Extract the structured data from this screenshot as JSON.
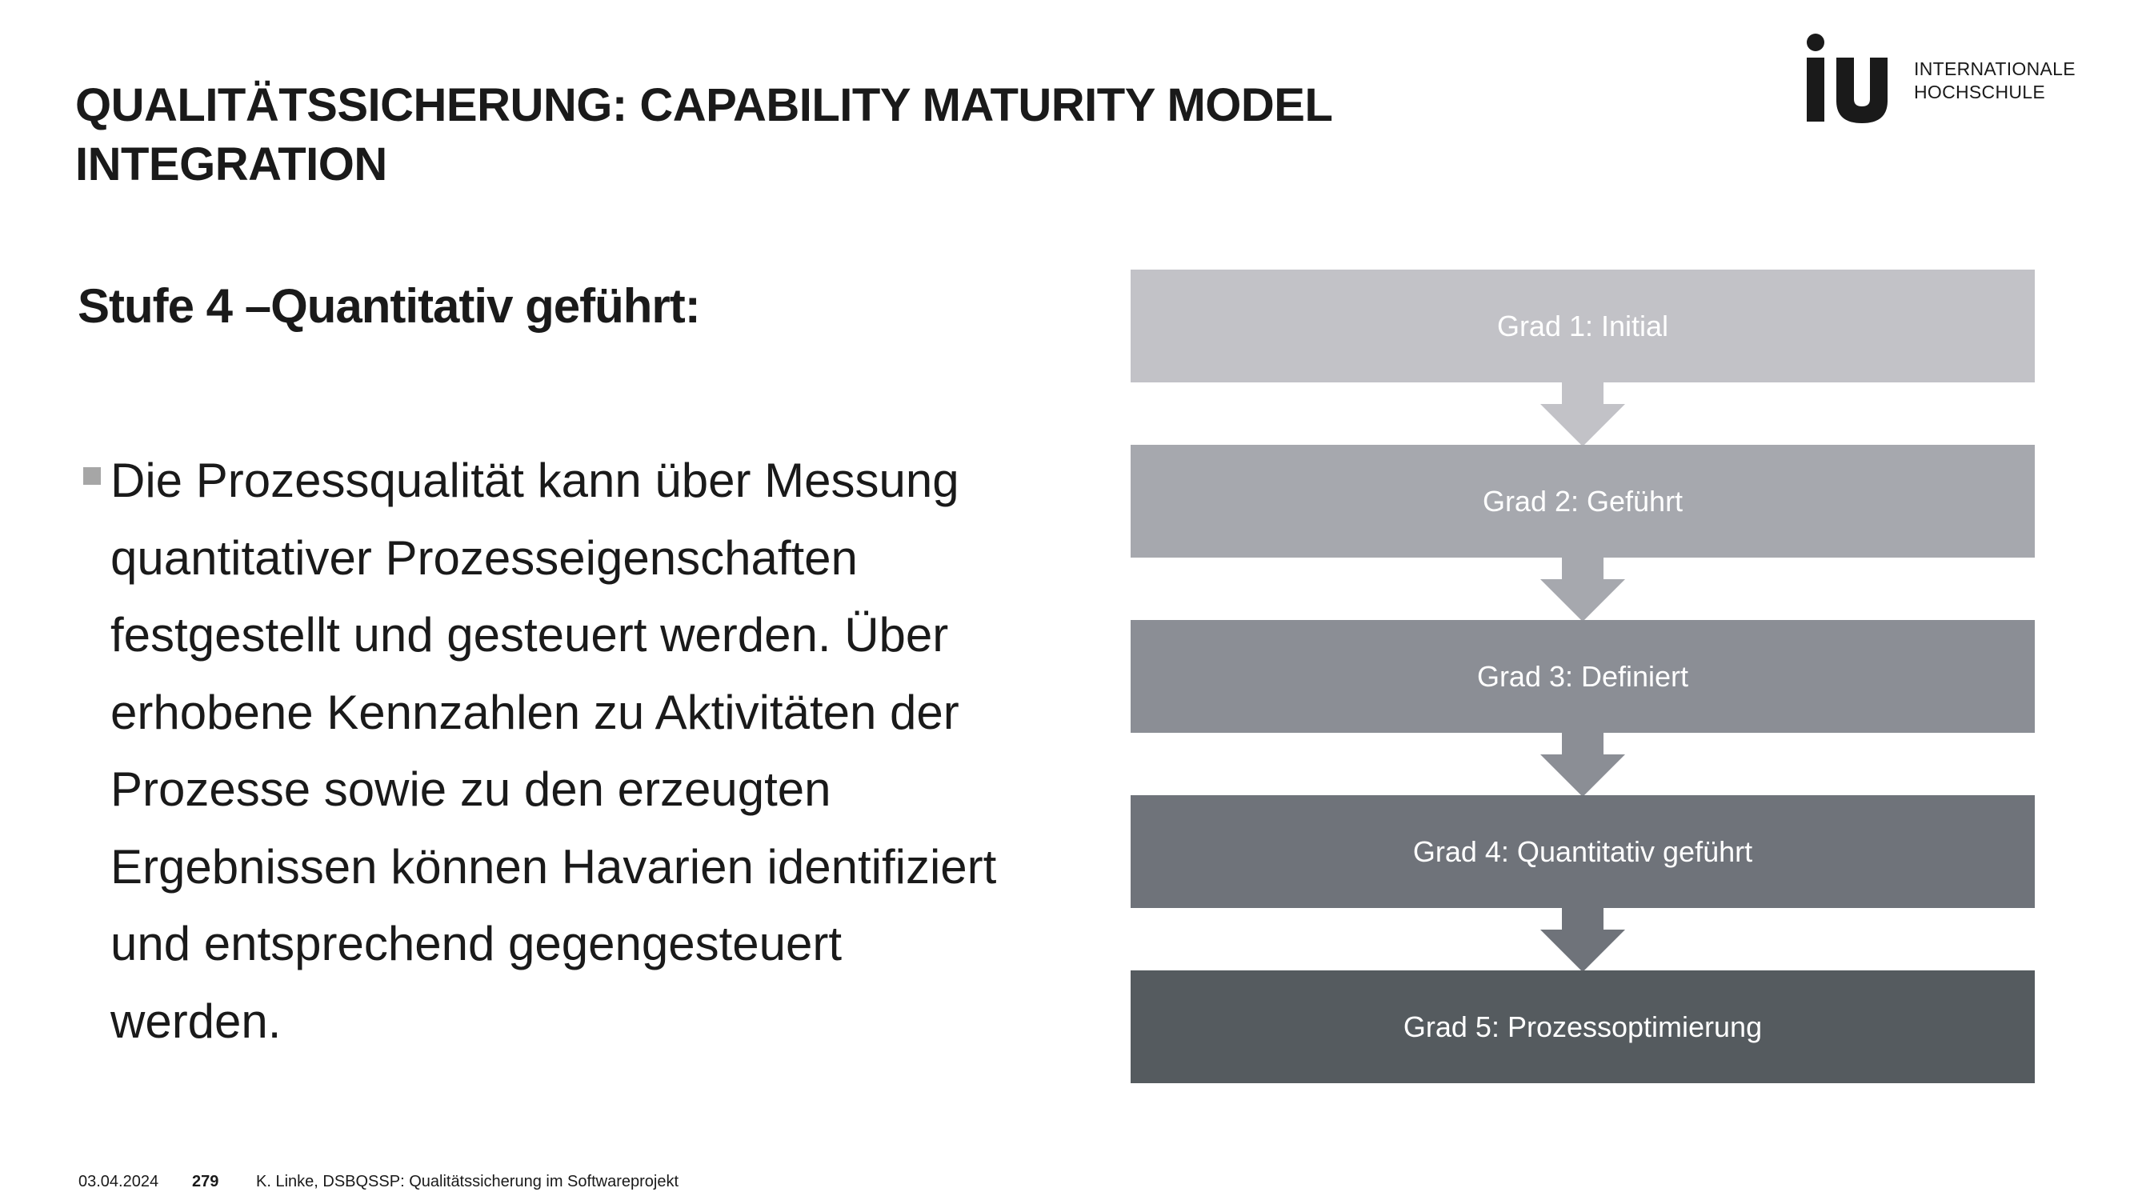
{
  "header": {
    "title_lines": [
      "QUALITÄTSSICHERUNG: CAPABILITY MATURITY MODEL",
      "INTEGRATION"
    ],
    "logo_mark": "iu",
    "logo_text_lines": [
      "INTERNATIONALE",
      "HOCHSCHULE"
    ]
  },
  "content": {
    "subtitle": "Stufe 4 –Quantitativ geführt:",
    "bullet_lines": [
      "Die Prozessqualität kann über Messung",
      "quantitativer Prozesseigenschaften",
      "festgestellt und gesteuert werden. Über",
      "erhobene Kennzahlen zu Aktivitäten der",
      "Prozesse sowie zu den erzeugten",
      "Ergebnissen können Havarien identifiziert",
      "und entsprechend gegengesteuert",
      "werden."
    ]
  },
  "diagram": {
    "stages": [
      {
        "label": "Grad 1: Initial",
        "color": "#c2c2c7"
      },
      {
        "label": "Grad 2: Geführt",
        "color": "#a6a8ae"
      },
      {
        "label": "Grad 3: Definiert",
        "color": "#8b8e95"
      },
      {
        "label": "Grad 4: Quantitativ geführt",
        "color": "#6f737a"
      },
      {
        "label": "Grad 5: Prozessoptimierung",
        "color": "#555b5f"
      }
    ]
  },
  "footer": {
    "date": "03.04.2024",
    "page": "279",
    "author": "K. Linke, DSBQSSP: Qualitätssicherung im Softwareprojekt"
  }
}
